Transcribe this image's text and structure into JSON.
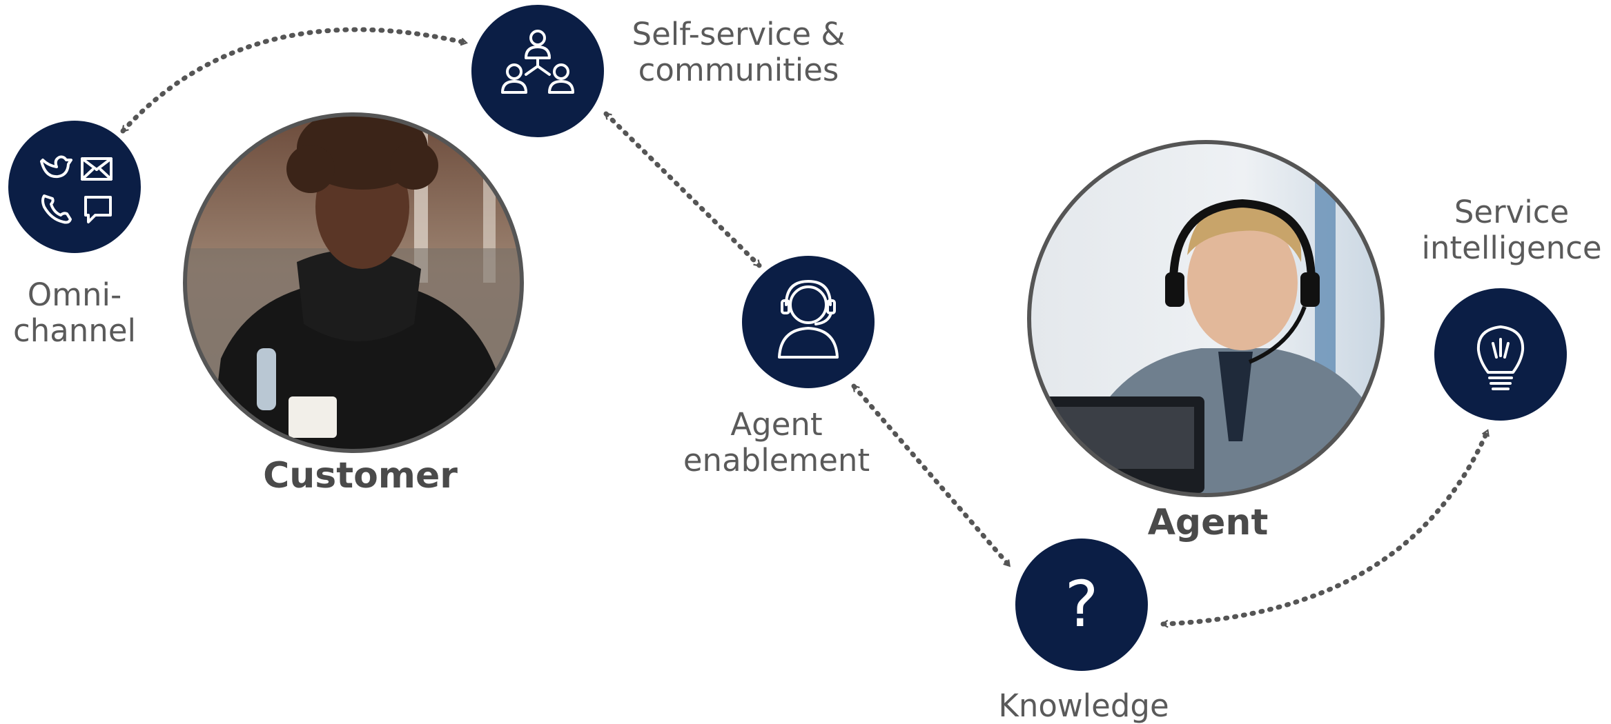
{
  "colors": {
    "node_fill": "#0b1e45",
    "icon_stroke": "#ffffff",
    "arrow": "#555555",
    "text": "#5a5a5a"
  },
  "nodes": {
    "omnichannel": {
      "label": "Omni-\nchannel",
      "icon": "twitter-mail-phone-chat-icon"
    },
    "self_service": {
      "label": "Self-service &\ncommunities",
      "icon": "community-icon"
    },
    "agent_enablement": {
      "label": "Agent\nenablement",
      "icon": "headset-agent-icon"
    },
    "knowledge": {
      "label": "Knowledge",
      "icon": "question-mark-icon",
      "glyph": "?"
    },
    "service_intelligence": {
      "label": "Service\nintelligence",
      "icon": "lightbulb-icon"
    }
  },
  "people": {
    "customer": {
      "label": "Customer",
      "image": "customer-photo"
    },
    "agent": {
      "label": "Agent",
      "image": "agent-photo"
    }
  }
}
